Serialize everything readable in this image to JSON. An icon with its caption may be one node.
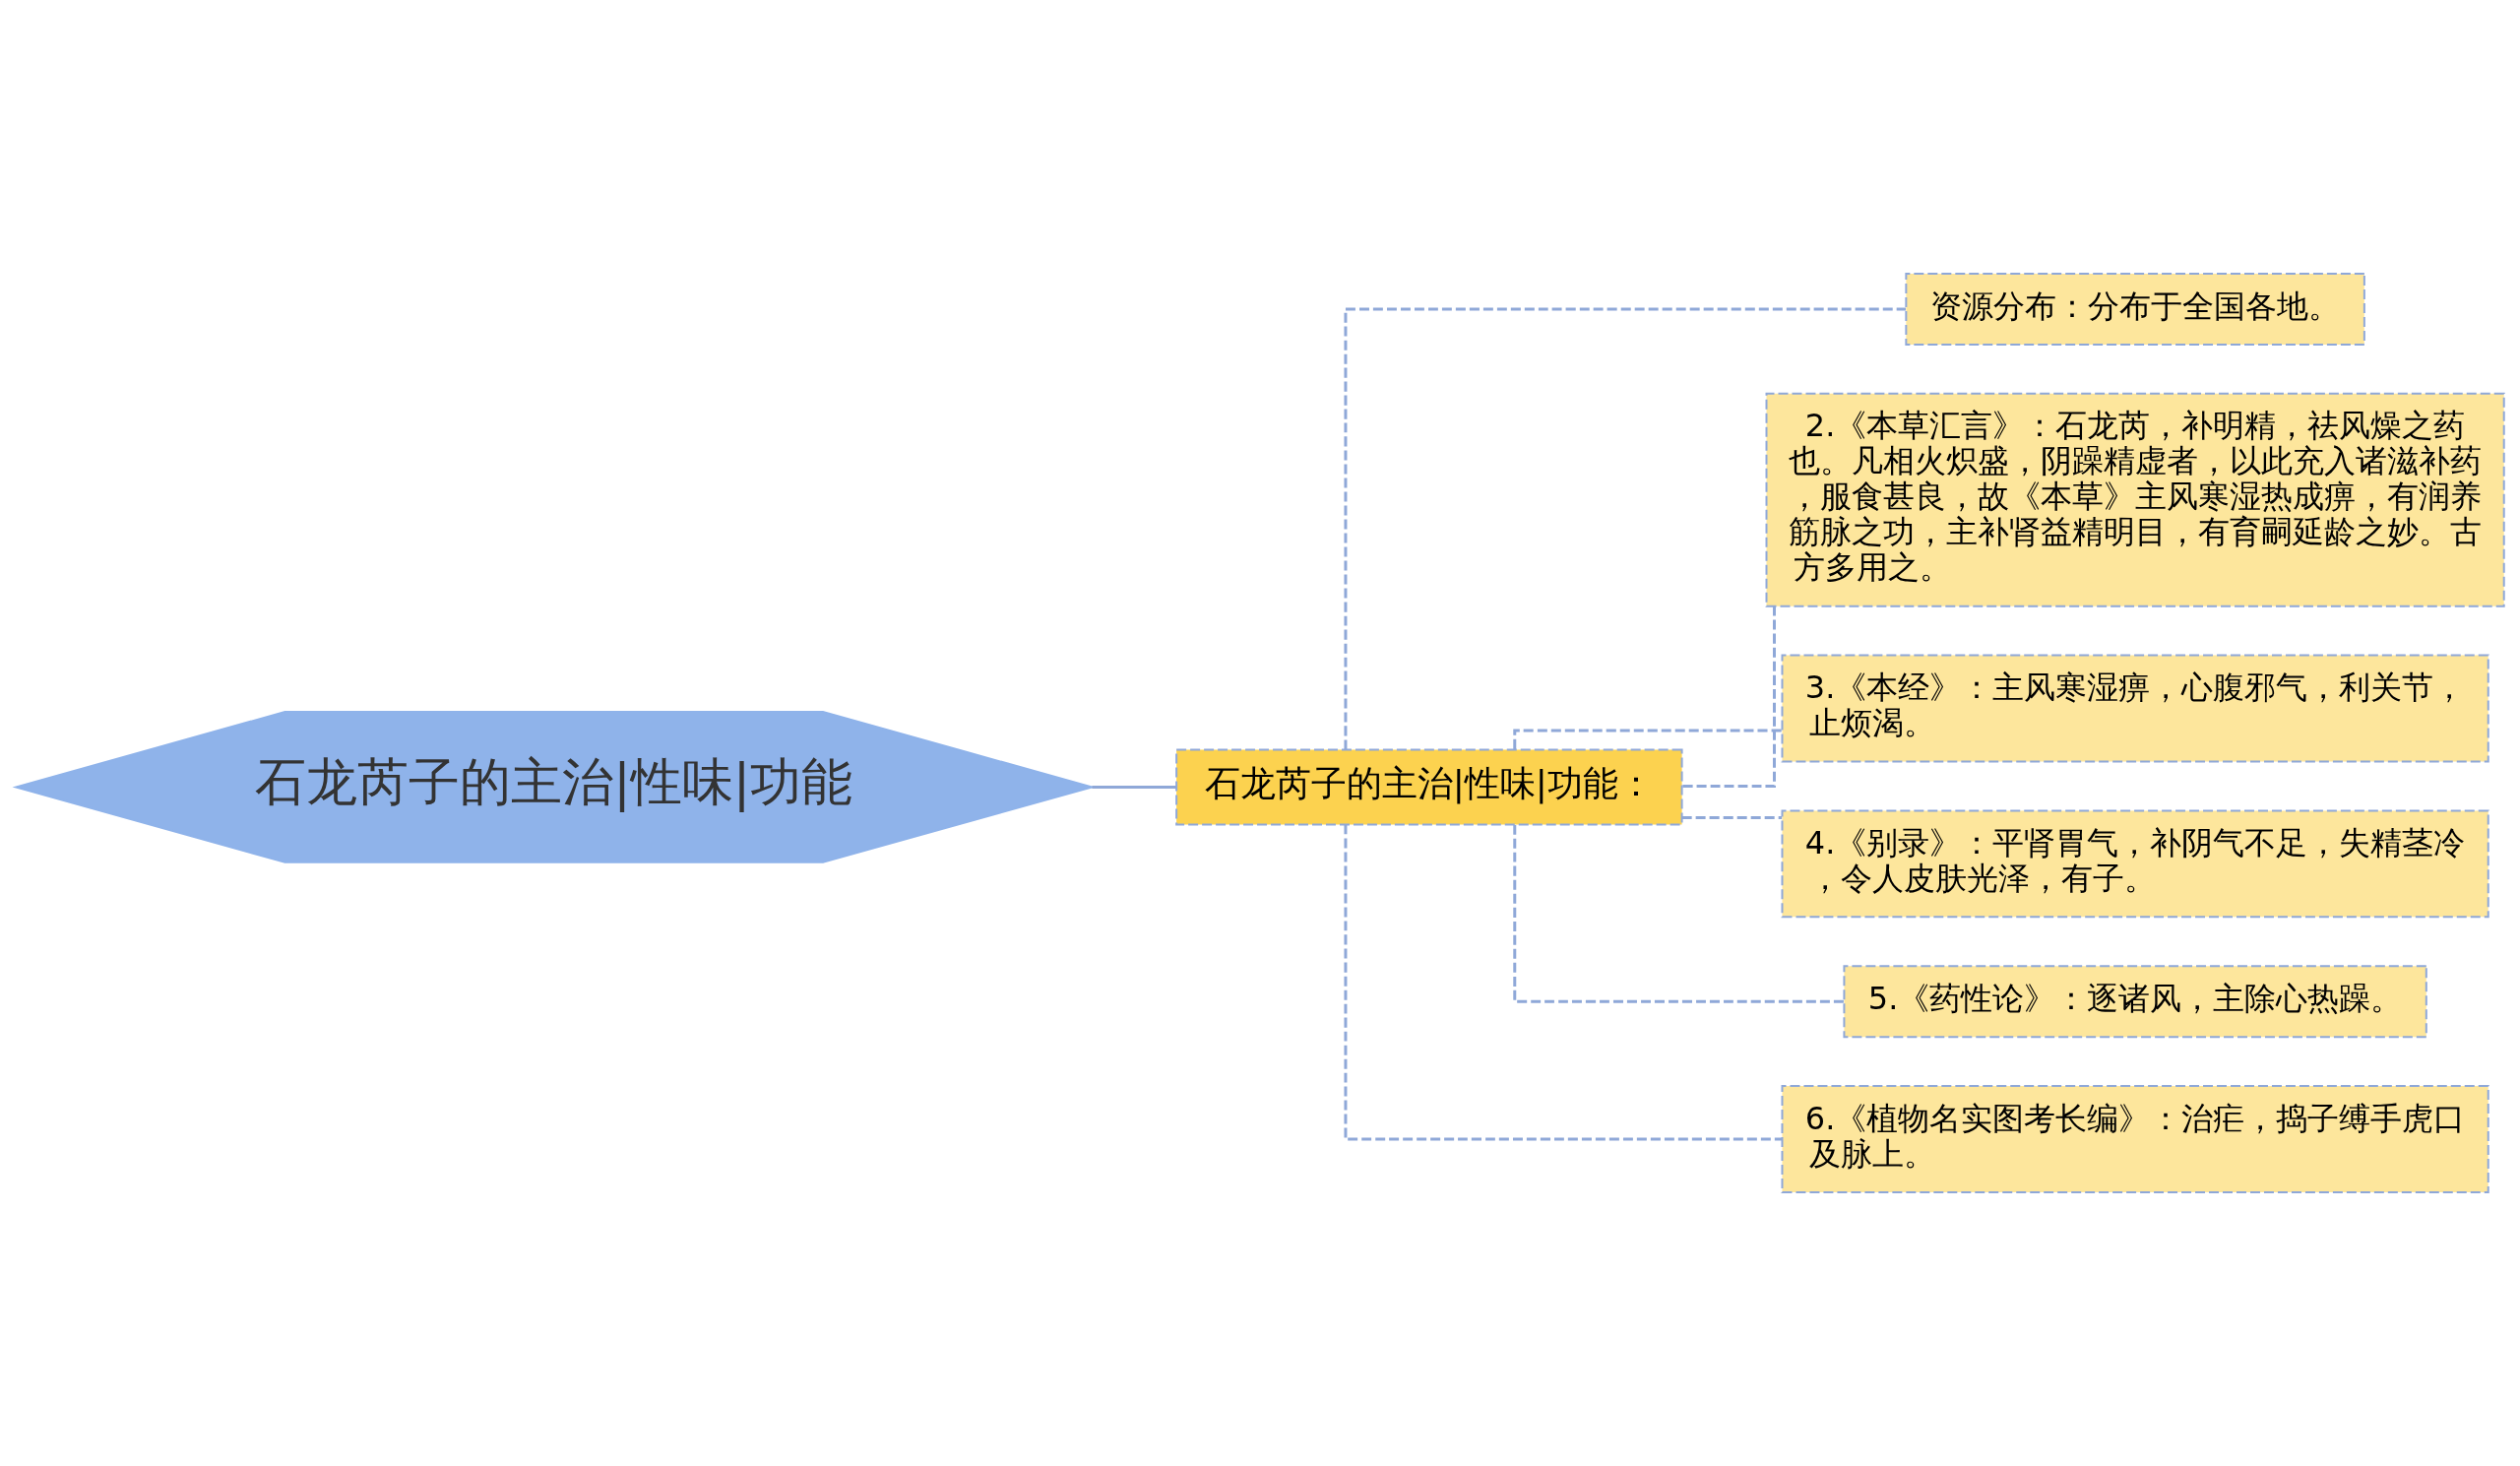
{
  "diagram": {
    "nodes": [
      {
        "text": [
          "石龙芮子的主治|性味|功能"
        ]
      },
      {
        "text": [
          "石龙芮子的主治|性味|功能："
        ]
      },
      {
        "text": [
          "资源分布：分布于全国各地。"
        ]
      },
      {
        "text": [
          "2.《本草汇言》：石龙芮，补明精，祛风燥之药也。凡相火炽盛，阴躁精虚者，以此充入诸滋补药，服食甚良，故《本草》主风寒湿热成痹，有润养筋脉之功，主补肾益精明目，有育嗣延龄之妙。古方多用之。"
        ]
      },
      {
        "text": [
          "3.《本经》：主风寒湿痹，心腹邪气，利关节，止烦渴。"
        ]
      },
      {
        "text": [
          "4.《别录》：平肾胃气，补阴气不足，失精茎冷，令人皮肤光泽，有子。"
        ]
      },
      {
        "text": [
          "5.《药性论》：逐诸风，主除心热躁。"
        ]
      },
      {
        "text": [
          "6.《植物名实图考长编》：治疟，捣子缚手虎口及脉上。"
        ]
      }
    ],
    "edges": [
      {
        "from": 0,
        "to": 1,
        "arrow": "none"
      },
      {
        "from": 1,
        "to": 2,
        "arrow": "none",
        "style": "dashed"
      },
      {
        "from": 1,
        "to": 3,
        "arrow": "none",
        "style": "dashed"
      },
      {
        "from": 1,
        "to": 4,
        "arrow": "none",
        "style": "dashed"
      },
      {
        "from": 1,
        "to": 5,
        "arrow": "none",
        "style": "dashed"
      },
      {
        "from": 1,
        "to": 6,
        "arrow": "none",
        "style": "dashed"
      },
      {
        "from": 1,
        "to": 7,
        "arrow": "none",
        "style": "dashed"
      }
    ]
  }
}
